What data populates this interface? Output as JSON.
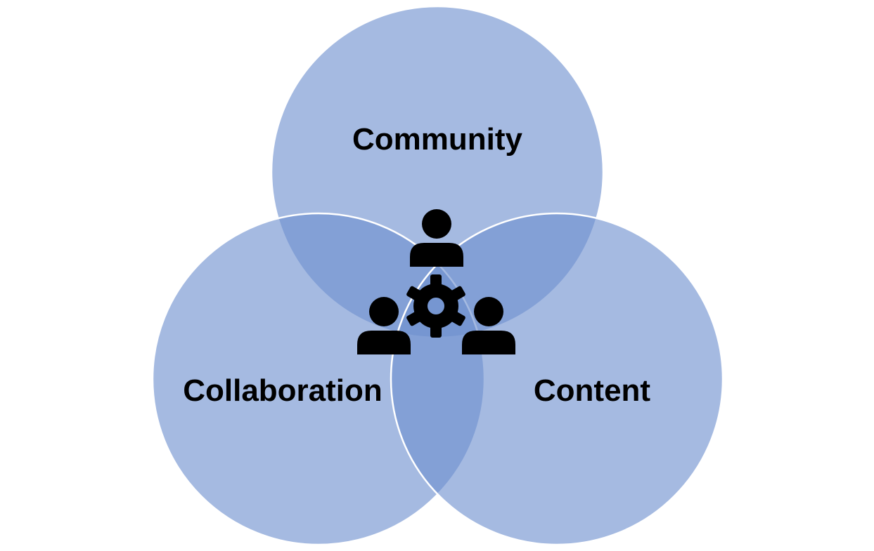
{
  "diagram": {
    "type": "venn",
    "circles": [
      {
        "id": "community",
        "label": "Community"
      },
      {
        "id": "collaboration",
        "label": "Collaboration"
      },
      {
        "id": "content",
        "label": "Content"
      }
    ],
    "center_icon": "team-gear-icon"
  },
  "colors": {
    "circle_fill": "#6e8fcf",
    "circle_stroke": "#ffffff",
    "icon": "#000000",
    "background": "#ffffff"
  }
}
